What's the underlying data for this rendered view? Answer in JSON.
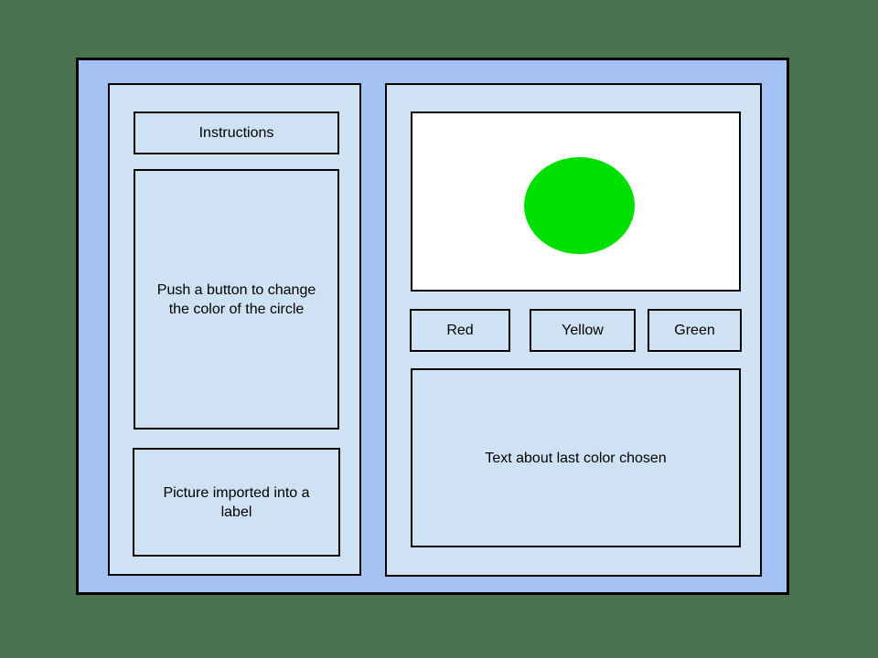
{
  "colors": {
    "page_bg": "#4a734f",
    "window_bg": "#a4c2f4",
    "panel_bg": "#cfe2f3",
    "canvas_bg": "#ffffff",
    "circle": "#00e000",
    "border": "#000000",
    "text": "#000000"
  },
  "left_panel": {
    "instructions_label": "Instructions",
    "description_text": "Push a button to change the color of the circle",
    "picture_label": "Picture imported into a label"
  },
  "right_panel": {
    "circle_color_name": "green",
    "buttons": [
      {
        "label": "Red"
      },
      {
        "label": "Yellow"
      },
      {
        "label": "Green"
      }
    ],
    "status_text": "Text about last color chosen"
  }
}
